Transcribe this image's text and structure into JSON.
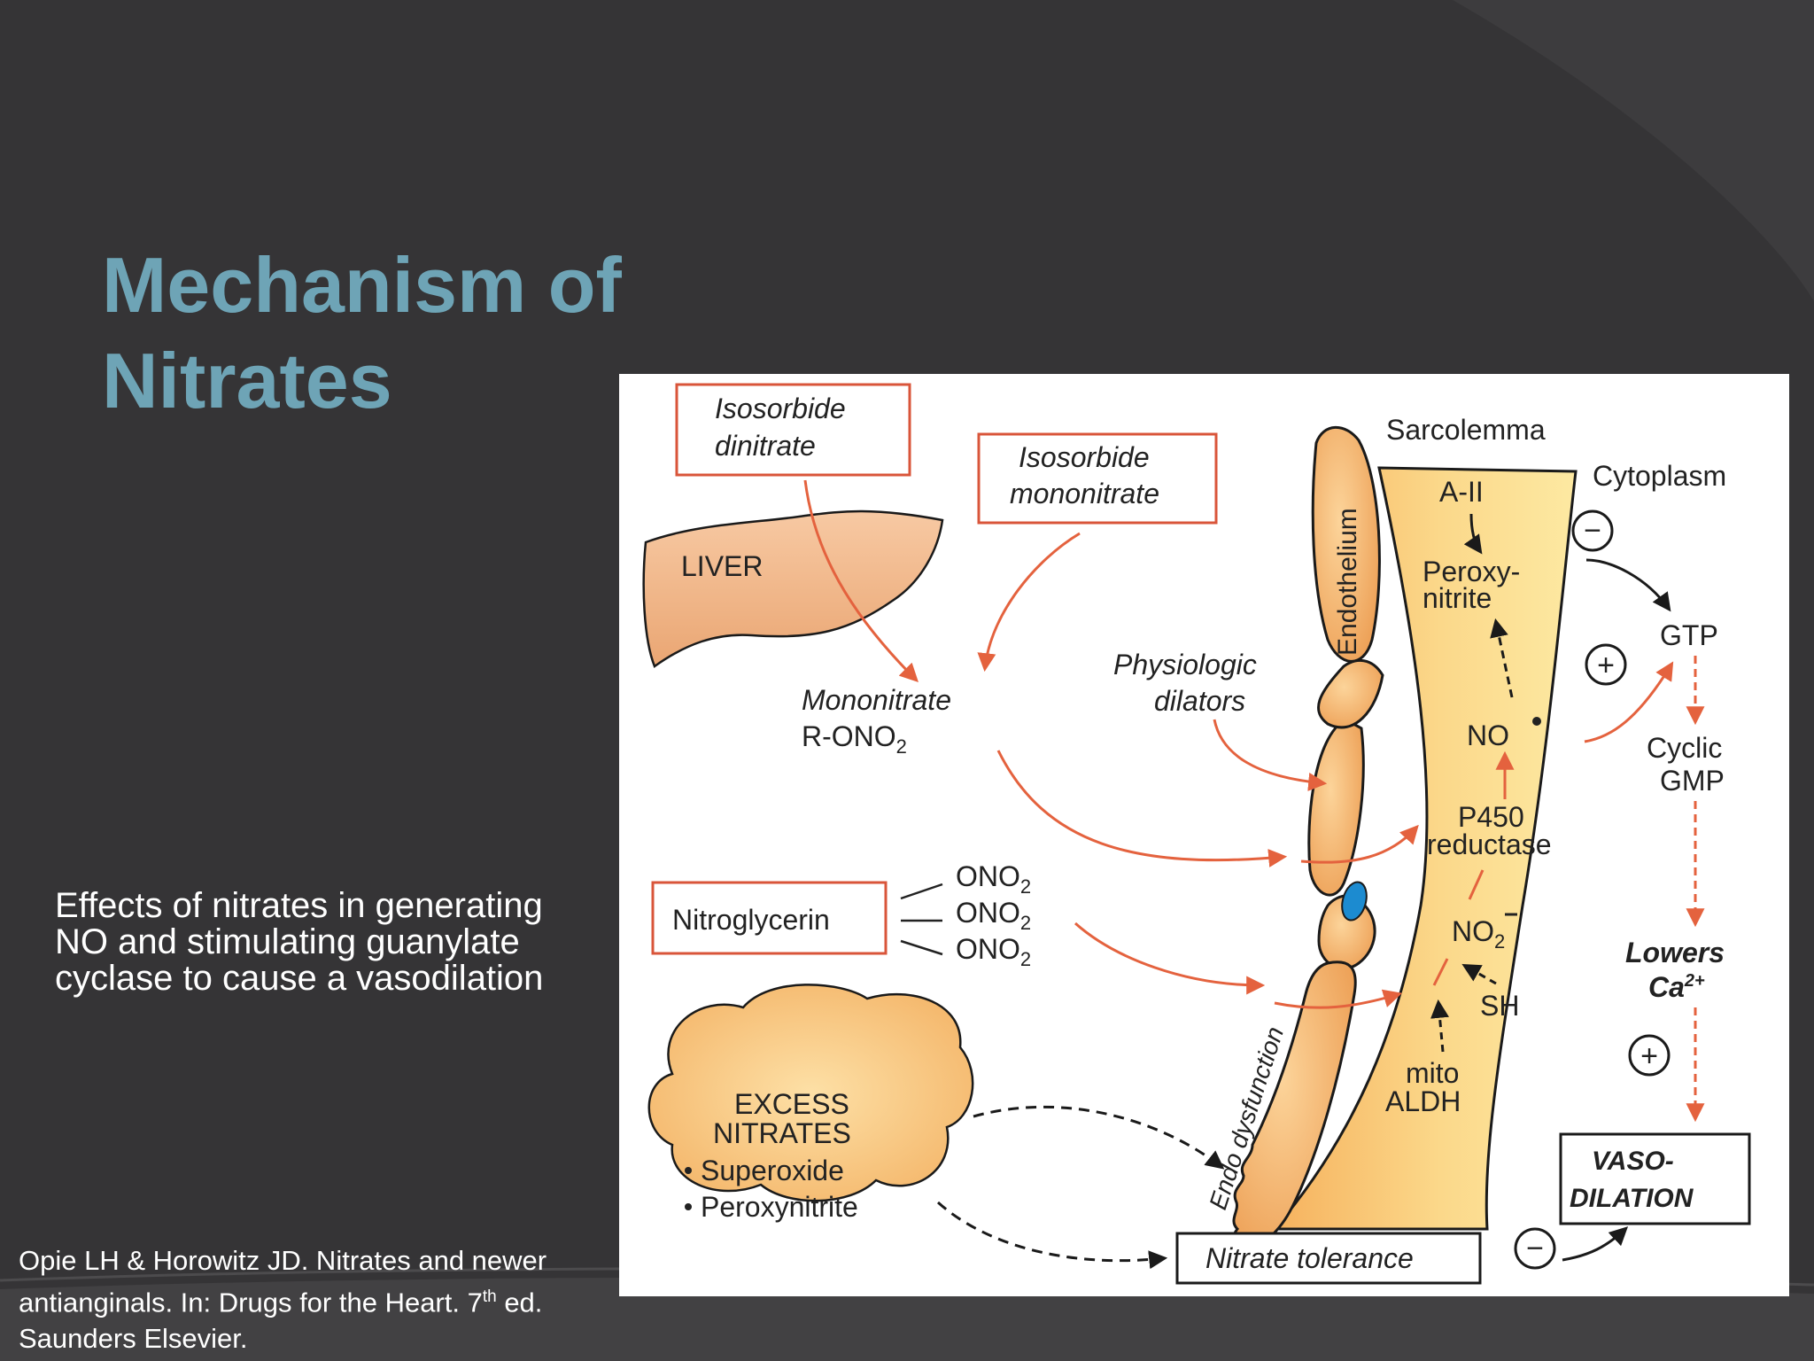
{
  "slide": {
    "title_line1": "Mechanism of",
    "title_line2": "Nitrates",
    "caption": "Effects of nitrates in generating NO and stimulating guanylate cyclase to cause a vasodilation",
    "reference_part1": "Opie LH & Horowitz JD. Nitrates and newer antianginals. In: Drugs  for the Heart. 7",
    "reference_sup": "th",
    "reference_part2": " ed. Saunders Elsevier."
  },
  "diagram": {
    "isosorbide_dinitrate": [
      "Isosorbide",
      "dinitrate"
    ],
    "isosorbide_mononitrate": [
      "Isosorbide",
      "mononitrate"
    ],
    "liver": "LIVER",
    "mononitrate": "Mononitrate",
    "r_ono2": "R-ONO",
    "physiologic_dilators": [
      "Physiologic",
      "dilators"
    ],
    "nitroglycerin": "Nitroglycerin",
    "ono2": "ONO",
    "subscript_2": "2",
    "excess_nitrates": [
      "EXCESS",
      "NITRATES"
    ],
    "superoxide": "Superoxide",
    "peroxynitrite_bullet": "Peroxynitrite",
    "sarcolemma": "Sarcolemma",
    "cytoplasm": "Cytoplasm",
    "endothelium": "Endothelium",
    "endo_dysfunction": "Endo dysfunction",
    "a_ii": "A-II",
    "peroxy_nitrite": [
      "Peroxy-",
      "nitrite"
    ],
    "no_radical": "NO",
    "p450_reductase": [
      "P450",
      "reductase"
    ],
    "no2": "NO",
    "sh": "SH",
    "mito_aldh": [
      "mito",
      "ALDH"
    ],
    "gtp": "GTP",
    "cyclic_gmp": [
      "Cyclic",
      "GMP"
    ],
    "lowers_ca": "Lowers",
    "ca": "Ca",
    "ca_charge": "2+",
    "vasodilation": [
      "VASO-",
      "DILATION"
    ],
    "nitrate_tolerance": "Nitrate tolerance",
    "minus_sign": "−",
    "plus_sign": "+"
  },
  "colors": {
    "background": "#353436",
    "title": "#6ea4b6",
    "arrow_red": "#e4623e",
    "box_border": "#d9553a",
    "cell_fill": "#f5b562"
  }
}
